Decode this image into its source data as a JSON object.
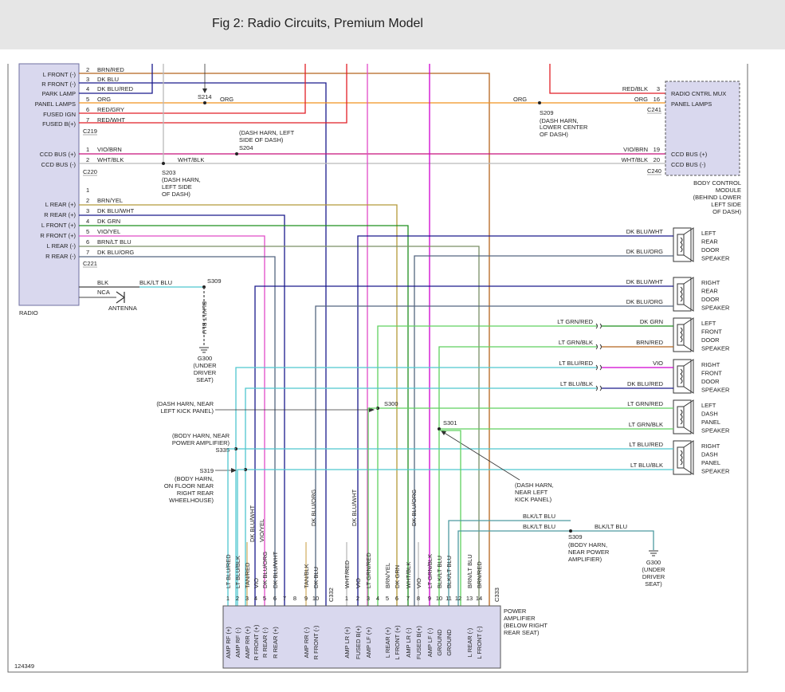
{
  "title": "Fig 2: Radio Circuits, Premium Model",
  "figure_number": "124349",
  "colors": {
    "frame": "#6a6a6a",
    "radio_box": "#d9d8ee",
    "radio_stroke": "#6f6fa0",
    "amp_box": "#d9d8ee",
    "bcm_box": "#d9d8ee",
    "brn_red": "#b5651d",
    "dk_blu": "#1a1a8c",
    "orange": "#f0921e",
    "red": "#e11f26",
    "vio_brn": "#c8117a",
    "wht_blk": "#b9b9b9",
    "brn_yel": "#b59a3a",
    "dk_grn": "#1f8f1f",
    "vio_yel": "#e14cc8",
    "brn_ltblu": "#7a8f66",
    "dk_blu_org": "#556680",
    "blk": "#444444",
    "lt_blu": "#4fc6cf",
    "lt_grn": "#5fd15f",
    "vio": "#d000d0",
    "tan": "#d4b26a"
  },
  "radio": {
    "label": "RADIO",
    "c219": {
      "id": "C219",
      "pins": [
        {
          "num": "2",
          "name": "L FRONT (-)",
          "wire": "BRN/RED"
        },
        {
          "num": "3",
          "name": "R FRONT (-)",
          "wire": "DK BLU"
        },
        {
          "num": "4",
          "name": "PARK LAMP",
          "wire": "DK BLU/RED"
        },
        {
          "num": "5",
          "name": "PANEL LAMPS",
          "wire": "ORG"
        },
        {
          "num": "6",
          "name": "FUSED IGN",
          "wire": "RED/GRY"
        },
        {
          "num": "7",
          "name": "FUSED B(+)",
          "wire": "RED/WHT"
        }
      ]
    },
    "c220": {
      "id": "C220",
      "pins": [
        {
          "num": "1",
          "name": "CCD BUS (+)",
          "wire": "VIO/BRN"
        },
        {
          "num": "2",
          "name": "CCD BUS (-)",
          "wire": "WHT/BLK"
        }
      ]
    },
    "c221": {
      "id": "C221",
      "pins": [
        {
          "num": "1",
          "name": "",
          "wire": ""
        },
        {
          "num": "2",
          "name": "L REAR (+)",
          "wire": "BRN/YEL"
        },
        {
          "num": "3",
          "name": "R REAR (+)",
          "wire": "DK BLU/WHT"
        },
        {
          "num": "4",
          "name": "L FRONT (+)",
          "wire": "DK GRN"
        },
        {
          "num": "5",
          "name": "R FRONT (+)",
          "wire": "VIO/YEL"
        },
        {
          "num": "6",
          "name": "L REAR (-)",
          "wire": "BRN/LT BLU"
        },
        {
          "num": "7",
          "name": "R REAR (-)",
          "wire": "DK BLU/ORG"
        }
      ]
    },
    "ground_wire": "BLK",
    "ground_wire2": "BLK/LT BLU",
    "nca": "NCA",
    "antenna": "ANTENNA"
  },
  "splices": {
    "s214": "S214",
    "s214_wire": "ORG",
    "s204": "S204",
    "s204_desc": [
      "(DASH HARN, LEFT",
      "SIDE OF DASH)"
    ],
    "s203": "S203",
    "s203_desc": [
      "(DASH HARN,",
      "LEFT SIDE",
      "OF DASH)"
    ],
    "s209": "S209",
    "s209_desc": [
      "(DASH HARN,",
      "LOWER CENTER",
      "OF DASH)"
    ],
    "s309": "S309",
    "s309_wire": "BLK/LT BLU",
    "g300": "G300",
    "g300_desc": [
      "(UNDER",
      "DRIVER",
      "SEAT)"
    ],
    "s300": "S300",
    "s300_desc": [
      "(DASH HARN, NEAR",
      "LEFT KICK PANEL)"
    ],
    "s301": "S301",
    "s301_desc": [
      "(DASH HARN,",
      "NEAR LEFT",
      "KICK PANEL)"
    ],
    "s335": "S335",
    "s335_desc": [
      "(BODY HARN, NEAR",
      "POWER AMPLIFIER)"
    ],
    "s319": "S319",
    "s319_desc": [
      "(BODY HARN,",
      "ON FLOOR NEAR",
      "RIGHT REAR",
      "WHEELHOUSE)"
    ],
    "s309b": "S309",
    "s309b_desc": [
      "(BODY HARN,",
      "NEAR POWER",
      "AMPLIFIER)"
    ],
    "g300b": "G300",
    "g300b_desc": [
      "(UNDER",
      "DRIVER",
      "SEAT)"
    ]
  },
  "bcm": {
    "c241": "C241",
    "c240": "C240",
    "pins": [
      {
        "num": "3",
        "wire": "RED/BLK",
        "name": "RADIO CNTRL MUX"
      },
      {
        "num": "16",
        "wire": "ORG",
        "name": "PANEL LAMPS"
      },
      {
        "num": "19",
        "wire": "VIO/BRN",
        "name": "CCD BUS (+)"
      },
      {
        "num": "20",
        "wire": "WHT/BLK",
        "name": "CCD BUS (-)"
      }
    ],
    "label": [
      "BODY CONTROL",
      "MODULE",
      "(BEHIND LOWER",
      "LEFT SIDE",
      "OF DASH)"
    ]
  },
  "speakers": [
    {
      "label": [
        "LEFT",
        "REAR",
        "DOOR",
        "SPEAKER"
      ],
      "wires": [
        "DK BLU/WHT",
        "DK BLU/ORG"
      ],
      "amp_wires": [
        "",
        ""
      ]
    },
    {
      "label": [
        "RIGHT",
        "REAR",
        "DOOR",
        "SPEAKER"
      ],
      "wires": [
        "DK BLU/WHT",
        "DK BLU/ORG"
      ],
      "amp_wires": [
        "",
        ""
      ]
    },
    {
      "label": [
        "LEFT",
        "FRONT",
        "DOOR",
        "SPEAKER"
      ],
      "wires": [
        "DK GRN",
        "BRN/RED"
      ],
      "amp_wires": [
        "LT GRN/RED",
        "LT GRN/BLK"
      ]
    },
    {
      "label": [
        "RIGHT",
        "FRONT",
        "DOOR",
        "SPEAKER"
      ],
      "wires": [
        "VIO",
        "DK BLU/RED"
      ],
      "amp_wires": [
        "LT BLU/RED",
        "LT BLU/BLK"
      ]
    },
    {
      "label": [
        "LEFT",
        "DASH",
        "PANEL",
        "SPEAKER"
      ],
      "wires": [
        "LT GRN/RED",
        "LT GRN/BLK"
      ],
      "amp_wires": [
        "",
        ""
      ]
    },
    {
      "label": [
        "RIGHT",
        "DASH",
        "PANEL",
        "SPEAKER"
      ],
      "wires": [
        "LT BLU/RED",
        "LT BLU/BLK"
      ],
      "amp_wires": [
        "",
        ""
      ]
    }
  ],
  "amplifier": {
    "c332": "C332",
    "c333": "C333",
    "label": [
      "POWER",
      "AMPLIFIER",
      "(BELOW RIGHT",
      "REAR SEAT)"
    ],
    "c332_pins": [
      {
        "num": "1",
        "wire": "LT BLU/RED",
        "name": "AMP RF (+)"
      },
      {
        "num": "2",
        "wire": "LT BLU/BLK",
        "name": "AMP RF (-)"
      },
      {
        "num": "3",
        "wire": "TAN/RED",
        "name": "AMP RR (+)"
      },
      {
        "num": "4",
        "wire": "VIO",
        "name": "R FRONT (+)"
      },
      {
        "num": "5",
        "wire": "DK BLU/ORG",
        "name": "R REAR (-)"
      },
      {
        "num": "6",
        "wire": "DK BLU/WHT",
        "name": "R REAR (+)"
      },
      {
        "num": "7",
        "wire": "",
        "name": ""
      },
      {
        "num": "8",
        "wire": "",
        "name": ""
      },
      {
        "num": "9",
        "wire": "TAN/BLK",
        "name": "AMP RR (-)"
      },
      {
        "num": "10",
        "wire": "DK BLU",
        "name": "R FRONT (-)"
      }
    ],
    "c333_pins": [
      {
        "num": "1",
        "wire": "WHT/RED",
        "name": "AMP LR (+)"
      },
      {
        "num": "2",
        "wire": "VIO",
        "name": "FUSED B(+)"
      },
      {
        "num": "3",
        "wire": "LT GRN/RED",
        "name": "AMP LF (+)"
      },
      {
        "num": "4",
        "wire": "",
        "name": ""
      },
      {
        "num": "5",
        "wire": "BRN/YEL",
        "name": "L REAR (+)"
      },
      {
        "num": "6",
        "wire": "DK GRN",
        "name": "L FRONT (+)"
      },
      {
        "num": "7",
        "wire": "WHT/BLK",
        "name": "AMP LR (-)"
      },
      {
        "num": "8",
        "wire": "VIO",
        "name": "FUSED B(+)"
      },
      {
        "num": "9",
        "wire": "LT GRN/BLK",
        "name": "AMP LF (-)"
      },
      {
        "num": "10",
        "wire": "BLK/LT BLU",
        "name": "GROUND"
      },
      {
        "num": "11",
        "wire": "BLK/LT BLU",
        "name": "GROUND"
      },
      {
        "num": "12",
        "wire": "",
        "name": ""
      },
      {
        "num": "13",
        "wire": "BRN/LT BLU",
        "name": "L REAR (-)"
      },
      {
        "num": "14",
        "wire": "BRN/RED",
        "name": "L FRONT (-)"
      }
    ],
    "mid_wires": [
      "DK BLU/WHT",
      "VIO/YEL",
      "DK BLU/ORG",
      "DK BLU/WHT",
      "DK BLU/ORG"
    ]
  }
}
